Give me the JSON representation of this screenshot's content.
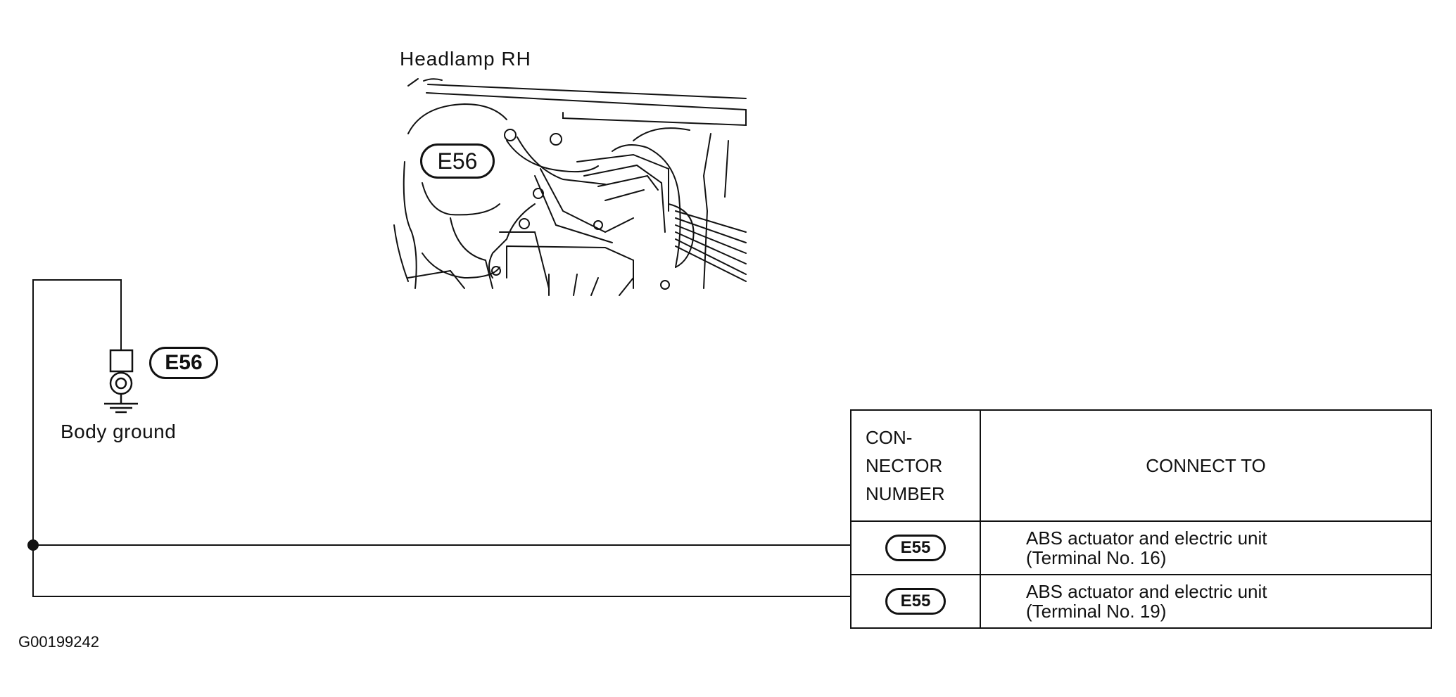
{
  "photo": {
    "label": "Headlamp RH",
    "callout": "E56"
  },
  "ground": {
    "connector": "E56",
    "label": "Body ground"
  },
  "table": {
    "header_number": "CON- NECTOR NUMBER",
    "header_number_lines": [
      "CON-",
      "NECTOR",
      "NUMBER"
    ],
    "header_connect": "CONNECT TO",
    "rows": [
      {
        "connector": "E55",
        "line1": "ABS actuator and electric unit",
        "line2": "(Terminal No. 16)"
      },
      {
        "connector": "E55",
        "line1": "ABS actuator and electric unit",
        "line2": "(Terminal No. 19)"
      }
    ]
  },
  "figure_code": "G00199242"
}
